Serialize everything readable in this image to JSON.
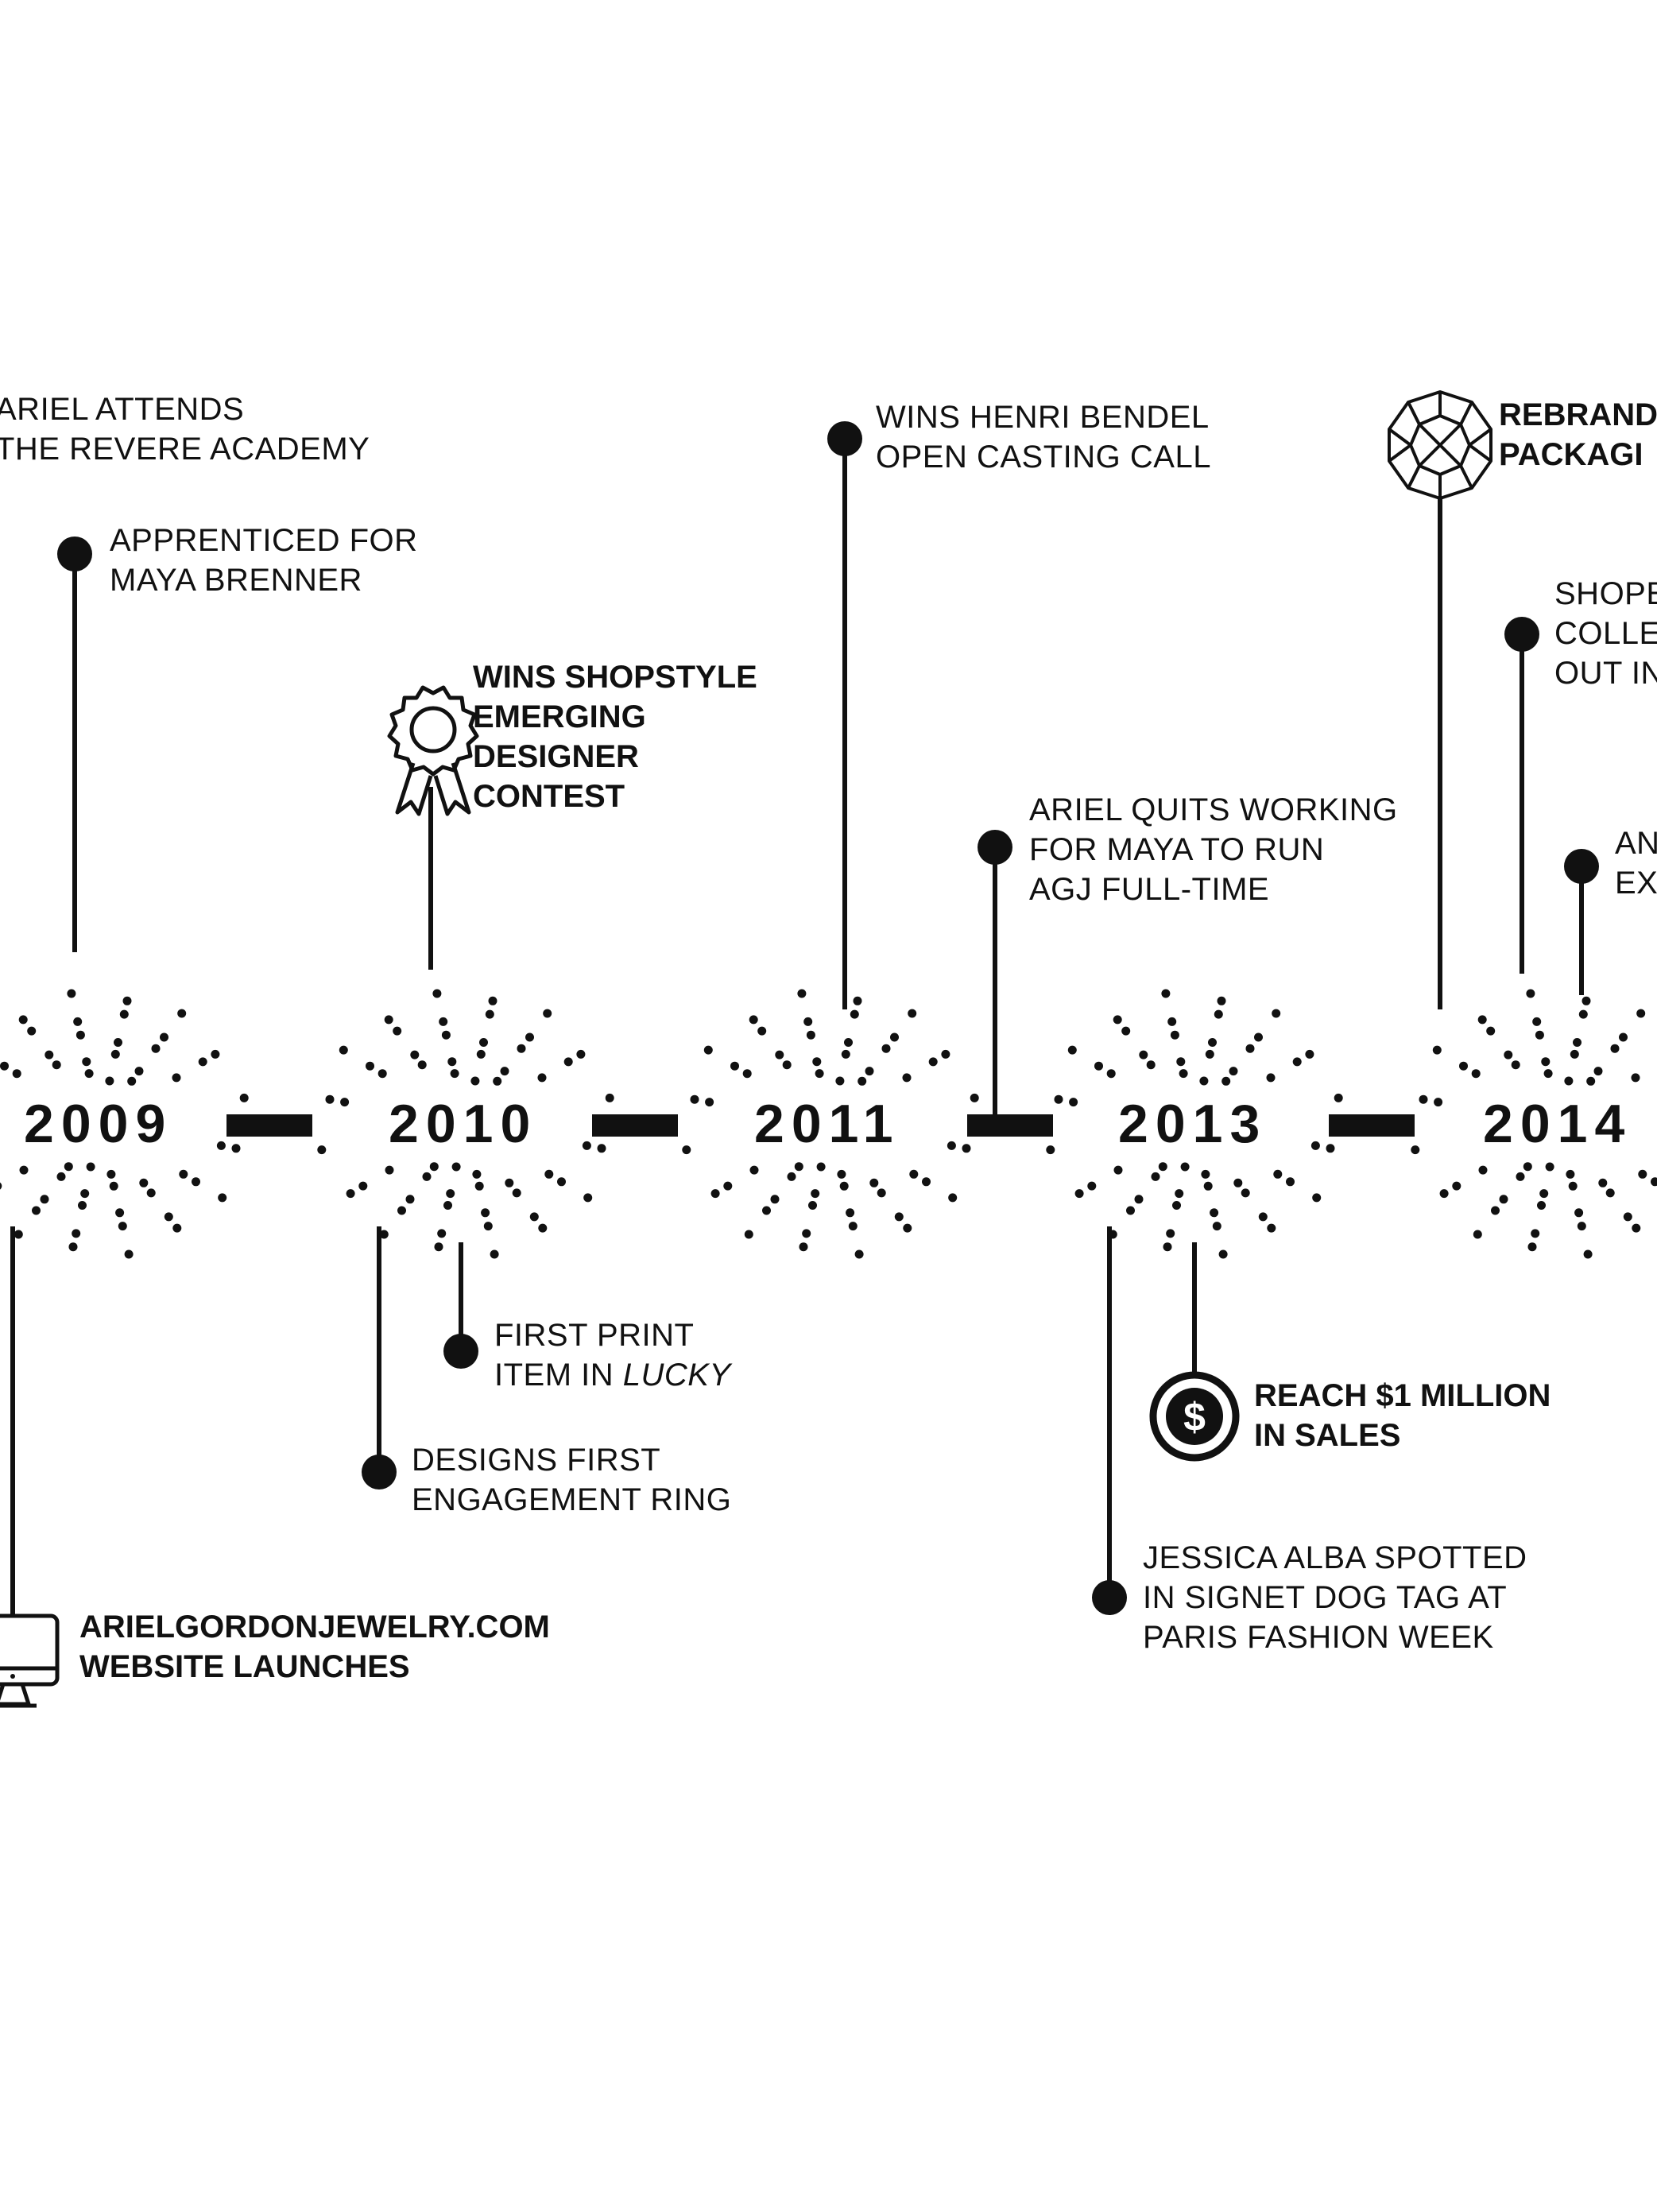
{
  "timeline": {
    "years": [
      "2009",
      "2010",
      "2011",
      "2013",
      "2014"
    ],
    "events": {
      "revere_academy": [
        "ARIEL ATTENDS",
        "THE REVERE ACADEMY"
      ],
      "maya_brenner": [
        "APPRENTICED FOR",
        "MAYA BRENNER"
      ],
      "website_launch": [
        "ARIELGORDONJEWELRY.COM",
        "WEBSITE LAUNCHES"
      ],
      "shopstyle_contest": [
        "WINS SHOPSTYLE",
        "EMERGING",
        "DESIGNER",
        "CONTEST"
      ],
      "first_print_line1": "FIRST PRINT",
      "first_print_prefix": "ITEM IN ",
      "first_print_magazine": "LUCKY",
      "engagement_ring": [
        "DESIGNS FIRST",
        "ENGAGEMENT RING"
      ],
      "henri_bendel": [
        "WINS HENRI BENDEL",
        "OPEN CASTING CALL"
      ],
      "quits_maya": [
        "ARIEL QUITS WORKING",
        "FOR MAYA TO RUN",
        "AGJ FULL-TIME"
      ],
      "million_sales": [
        "REACH $1 MILLION",
        "IN SALES"
      ],
      "jessica_alba": [
        "JESSICA ALBA SPOTTED",
        "IN SIGNET DOG TAG AT",
        "PARIS FASHION WEEK"
      ],
      "rebrand": [
        "REBRAND",
        "PACKAGI"
      ],
      "shopbop": [
        "SHOPE",
        "COLLE",
        "OUT IN"
      ],
      "partial_event": [
        "AN",
        "EX"
      ]
    },
    "icons": {
      "website_launch": "computer-monitor-icon",
      "shopstyle_contest": "award-ribbon-icon",
      "million_sales": "dollar-coin-icon",
      "dollar_symbol": "$",
      "rebrand": "faceted-gem-icon"
    },
    "colors": {
      "ink": "#111111",
      "background": "#ffffff"
    }
  }
}
